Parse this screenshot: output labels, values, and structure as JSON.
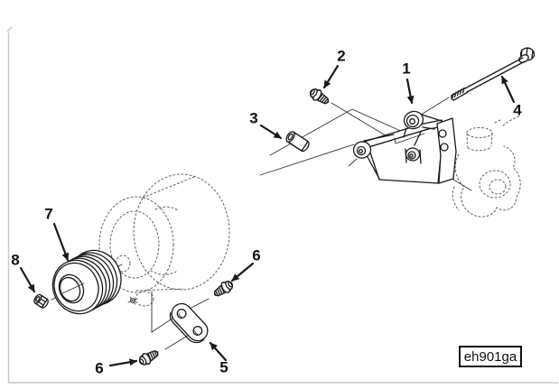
{
  "figure": {
    "code": "eh901ga"
  },
  "callouts": [
    {
      "label": "1"
    },
    {
      "label": "2"
    },
    {
      "label": "3"
    },
    {
      "label": "4"
    },
    {
      "label": "5"
    },
    {
      "label": "6"
    },
    {
      "label": "6"
    },
    {
      "label": "7"
    },
    {
      "label": "8"
    }
  ],
  "colors": {
    "line": "#1a1a1a",
    "hidden_line": "#606060",
    "border": "#c8c8c8",
    "background": "#ffffff",
    "label_text": "#111111"
  }
}
